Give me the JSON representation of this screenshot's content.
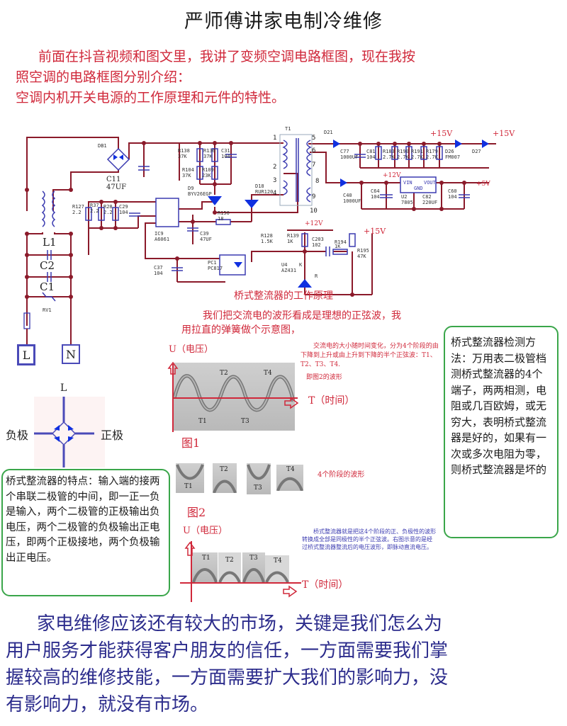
{
  "title": "严师傅讲家电制冷维修",
  "intro": {
    "line1": "前面在抖音视频和图文里，我讲了变频空调电路框图，现在我按",
    "line2": "照空调的电路框图分别介绍：",
    "line3": "空调内机开关电源的工作原理和元件的特性。"
  },
  "schematic": {
    "terminals": {
      "L": "L",
      "N": "N"
    },
    "components": {
      "db": "DB1",
      "c11": "C11",
      "c11_val": "47UF",
      "l1": "L1",
      "c2": "C2",
      "c1": "C1",
      "rv1": "RV1",
      "r138": "R138",
      "r138_val": "37K",
      "r136": "R136",
      "r136_val": "37K",
      "c31": "C31",
      "c31_val": "104",
      "r104": "R104",
      "r104_val": "37K",
      "r109": "R109",
      "r109_val": "23K",
      "d9": "D9",
      "d9_val": "BYV26EGP",
      "r127": "R127",
      "r127_val": "2.2",
      "r37": "R37",
      "r37_val": "2.2",
      "r28": "R28",
      "r28_val": "2.2",
      "c29": "C29",
      "c29_val": "104",
      "ic9": "IC9",
      "ic9_val": "A6061",
      "c39": "C39",
      "c39_val": "47UF",
      "r150": "R150",
      "r150_val": "18",
      "c37": "C37",
      "c37_val": "104",
      "pc1": "PC1",
      "pc1_val": "PC817",
      "t1": "T1",
      "d18": "D18",
      "d18_val": "RUR120",
      "d21": "D21",
      "c77": "C77",
      "c77_val": "1000UF",
      "c81": "C81",
      "c81_val": "104",
      "r183": "R183",
      "r183_val": "2.7K",
      "r190": "R190",
      "r190_val": "2.7K",
      "r191": "R191",
      "r191_val": "2.7K",
      "r179": "R179",
      "r179_val": "2.7K",
      "d26": "D26",
      "d26_val": "FM007",
      "d27": "D27",
      "c40": "C40",
      "c40_val": "1000UF",
      "c64": "C64",
      "c64_val": "104",
      "u2": "U2",
      "u2_val": "7805",
      "c82": "C82",
      "c82_val": "220UF",
      "c60": "C60",
      "c60_val": "104",
      "reg_vin": "VIN",
      "reg_vout": "VOUT",
      "reg_gnd": "GND",
      "r128": "R128",
      "r128_val": "1.5K",
      "r139": "R139",
      "r139_val": "1K",
      "c203": "C203",
      "c203_val": "102",
      "r194": "R194",
      "r194_val": "1K",
      "r195": "R195",
      "r195_val": "47K",
      "u4": "U4",
      "u4_val": "AZ431",
      "k": "K",
      "r": "R"
    },
    "pins": [
      "1",
      "2",
      "3",
      "4",
      "5",
      "6",
      "7",
      "8",
      "9",
      "10"
    ],
    "voltages": {
      "v15a": "+15V",
      "v15b": "+15V",
      "v12a": "+12V",
      "v5": "+5V",
      "v12b": "+12V",
      "v15c": "+15V"
    }
  },
  "bridge_section": {
    "heading": "桥式整流器的工作原理",
    "para_line1": "我们把交流电的波形看成是理想的正弦波，我",
    "para_line2": "用拉直的弹簧做个示意图，",
    "fig1": {
      "y_axis": "U（电压）",
      "x_axis": "T（时间）",
      "labels": [
        "T1",
        "T2",
        "T3",
        "T4"
      ],
      "caption": "图1"
    },
    "note_red": "交流电的大小随时间变化，分为4个阶段的由下降到上升或由上升到下降的半个正弦波：T1、T2、T3、T4.",
    "note_red2": "即图2的波形",
    "fig2": {
      "tiles": [
        "T1",
        "T2",
        "T3",
        "T4"
      ],
      "note": "4个阶段的波形",
      "caption": "图2"
    },
    "fig3": {
      "y_axis": "U（电压）",
      "x_axis": "T（时间）",
      "tiles": [
        "T1",
        "T2",
        "T3",
        "T4"
      ]
    },
    "note_blue": "桥式整流器就是把这4个阶段的正、负极性的波形转换成全部是同极性的半个正弦波。右图示意的是经过桥式整流器整流后的电压波形，即脉动直流电压。"
  },
  "bridge_symbol": {
    "top": "L",
    "left": "负极",
    "right": "正极"
  },
  "feature_box": {
    "text": "桥式整流器的特点：输入端的接两个串联二极管的中间，即一正一负是输入，两个二极管的正极输出负电压，两个二极管的负极输出正电压，即两个正极接地，两个负极输出正电压。"
  },
  "test_box": {
    "text": "桥式整流器检测方法：万用表二极管档测桥式整流器的4个端子，两两相测，电阻或几百欧姆，或无穷大，表明桥式整流器是好的，如果有一次或多次电阻为零，则桥式整流器是坏的"
  },
  "footer": {
    "line1": "家电维修应该还有较大的市场，关键是我们怎么为",
    "line2": "用户服务才能获得客户朋友的信任，一方面需要我们掌",
    "line3": "握较高的维修技能，一方面需要扩大我们的影响力，没",
    "line4": "有影响力，就没有市场。"
  },
  "colors": {
    "wire": "#8b1a2a",
    "component": "#3a3ab0",
    "diode": "#1030e0",
    "red_text": "#d0283a",
    "box_border": "#3aa64a",
    "footer_text": "#2c2c8c"
  }
}
